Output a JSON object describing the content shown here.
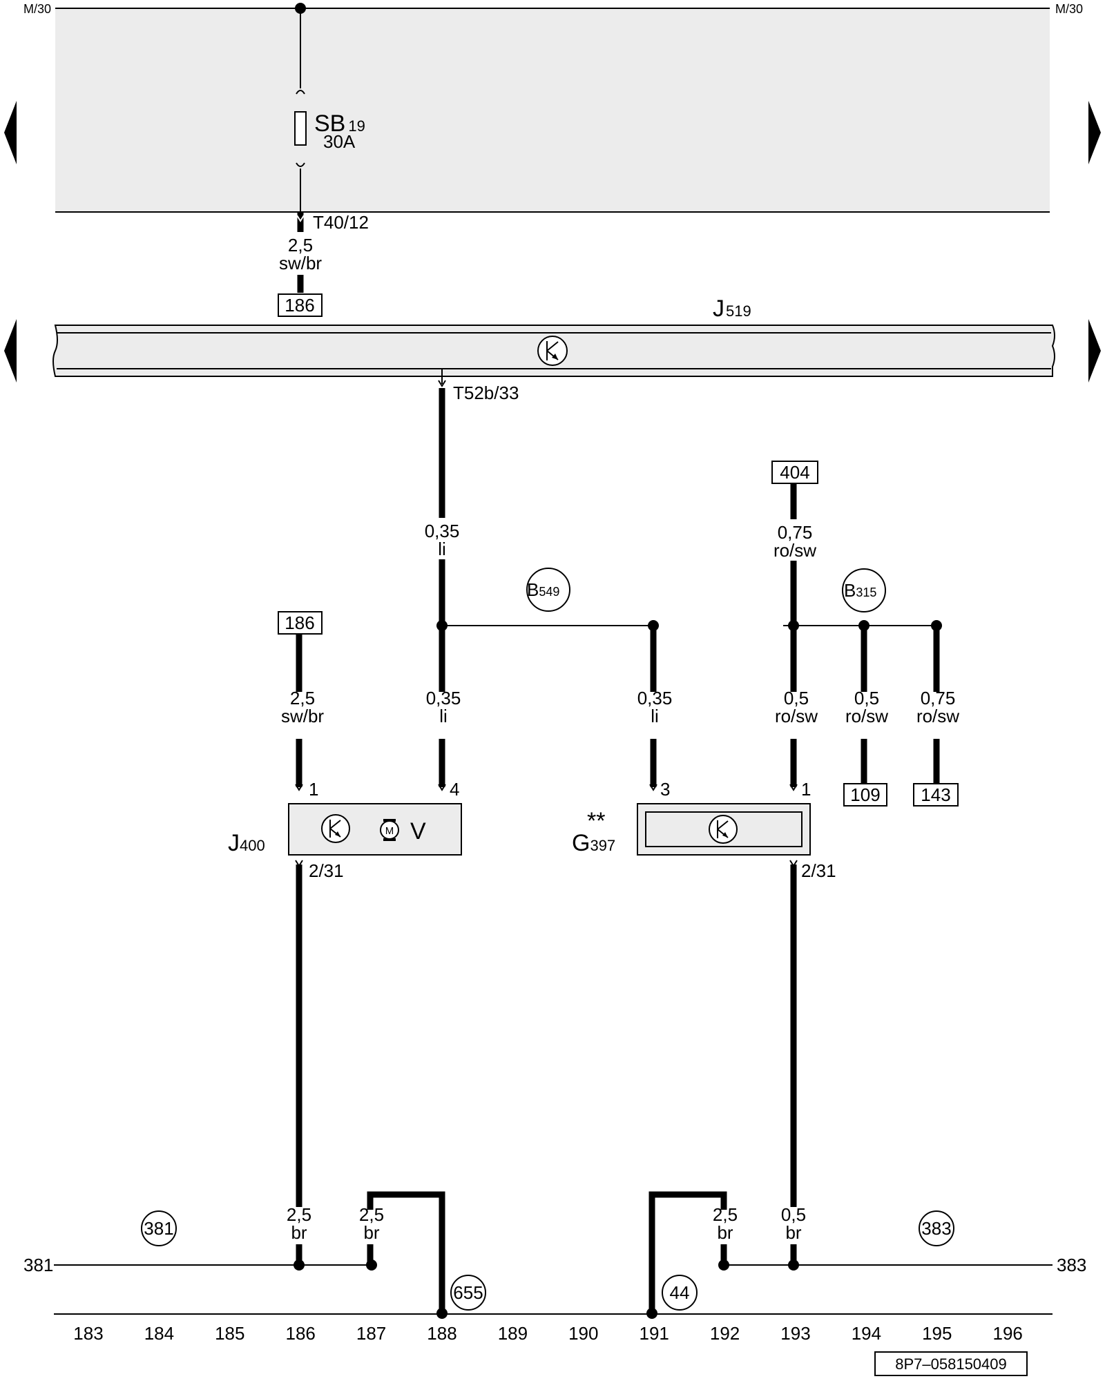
{
  "rails": {
    "top_left": "M/30",
    "top_right": "M/30"
  },
  "fuse": {
    "name": "SB",
    "number": "19",
    "rating": "30A",
    "connector": "T40/12"
  },
  "wires": {
    "w_fuse_out": {
      "size": "2,5",
      "color": "sw/br"
    },
    "w_t52_top": {
      "size": "0,35",
      "color": "li"
    },
    "w_404": {
      "size": "0,75",
      "color": "ro/sw"
    },
    "w_j400_1": {
      "size": "2,5",
      "color": "sw/br"
    },
    "w_j400_4": {
      "size": "0,35",
      "color": "li"
    },
    "w_g397_3": {
      "size": "0,35",
      "color": "li"
    },
    "w_g397_1": {
      "size": "0,5",
      "color": "ro/sw"
    },
    "w_109": {
      "size": "0,5",
      "color": "ro/sw"
    },
    "w_143": {
      "size": "0,75",
      "color": "ro/sw"
    },
    "w_g186": {
      "size": "2,5",
      "color": "br"
    },
    "w_g187": {
      "size": "2,5",
      "color": "br"
    },
    "w_g192": {
      "size": "2,5",
      "color": "br"
    },
    "w_g193": {
      "size": "0,5",
      "color": "br"
    }
  },
  "refs": {
    "r186a": "186",
    "r186b": "186",
    "r404": "404",
    "r109": "109",
    "r143": "143"
  },
  "module_j519": {
    "letter": "J",
    "number": "519",
    "connector": "T52b/33"
  },
  "splices": {
    "b549": {
      "letter": "B",
      "number": "549"
    },
    "b315": {
      "letter": "B",
      "number": "315"
    }
  },
  "j400": {
    "letter": "J",
    "number": "400",
    "pin_a": "1",
    "pin_b": "4",
    "pin_out": "2/31",
    "motor": "M",
    "v": "V"
  },
  "g397": {
    "letter": "G",
    "number": "397",
    "mark": "**",
    "pin_a": "3",
    "pin_b": "1",
    "pin_out": "2/31"
  },
  "grounds": {
    "c381": "381",
    "c383": "383",
    "c655": "655",
    "c44": "44",
    "left_ref": "381",
    "right_ref": "383"
  },
  "columns": [
    "183",
    "184",
    "185",
    "186",
    "187",
    "188",
    "189",
    "190",
    "191",
    "192",
    "193",
    "194",
    "195",
    "196"
  ],
  "footer_code": "8P7–058150409"
}
